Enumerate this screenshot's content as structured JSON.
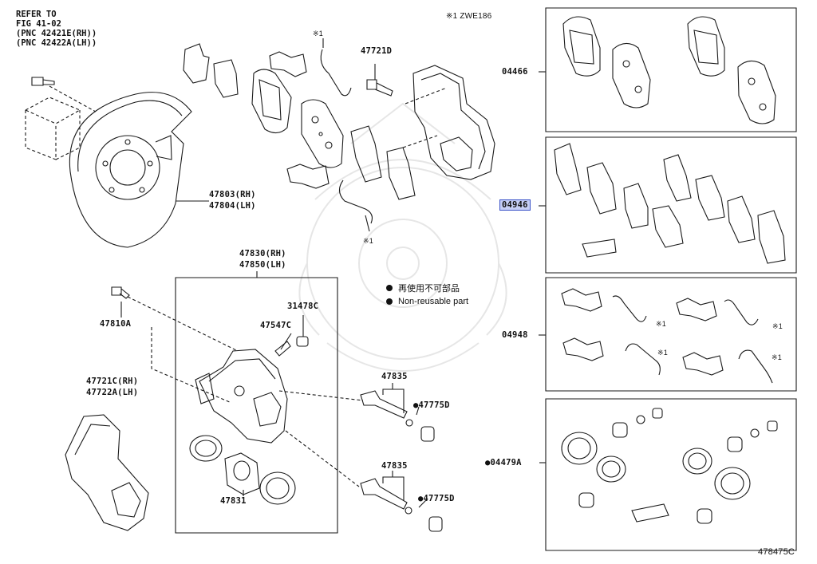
{
  "reference": {
    "line1": "REFER TO",
    "line2": "FIG 41-02",
    "line3": "(PNC 42421E(RH))",
    "line4": "(PNC 42422A(LH))"
  },
  "note_top": "※1 ZWE186",
  "legend": {
    "item1": "再使用不可部品",
    "item2": "Non-reusable part"
  },
  "parts": {
    "p47721D": "47721D",
    "p47803": "47803(RH)",
    "p47804": "47804(LH)",
    "p47830": "47830(RH)",
    "p47850": "47850(LH)",
    "p47810A": "47810A",
    "p47721C": "47721C(RH)",
    "p47722A": "47722A(LH)",
    "p31478C": "31478C",
    "p47547C": "47547C",
    "p47835a": "47835",
    "p47835b": "47835",
    "p47775Da": "47775D",
    "p47775Db": "47775D",
    "p47831": "47831",
    "mark1": "※1",
    "mark2": "※1",
    "kit04466": "04466",
    "kit04946": "04946",
    "kit04948": "04948",
    "kit04479A": "04479A",
    "kit_mark1": "※1",
    "kit_mark2": "※1",
    "kit_mark3": "※1",
    "kit_mark4": "※1"
  },
  "highlighted_part": "04946",
  "highlight_color": "#c7d0f5",
  "footer_code": "478475C"
}
